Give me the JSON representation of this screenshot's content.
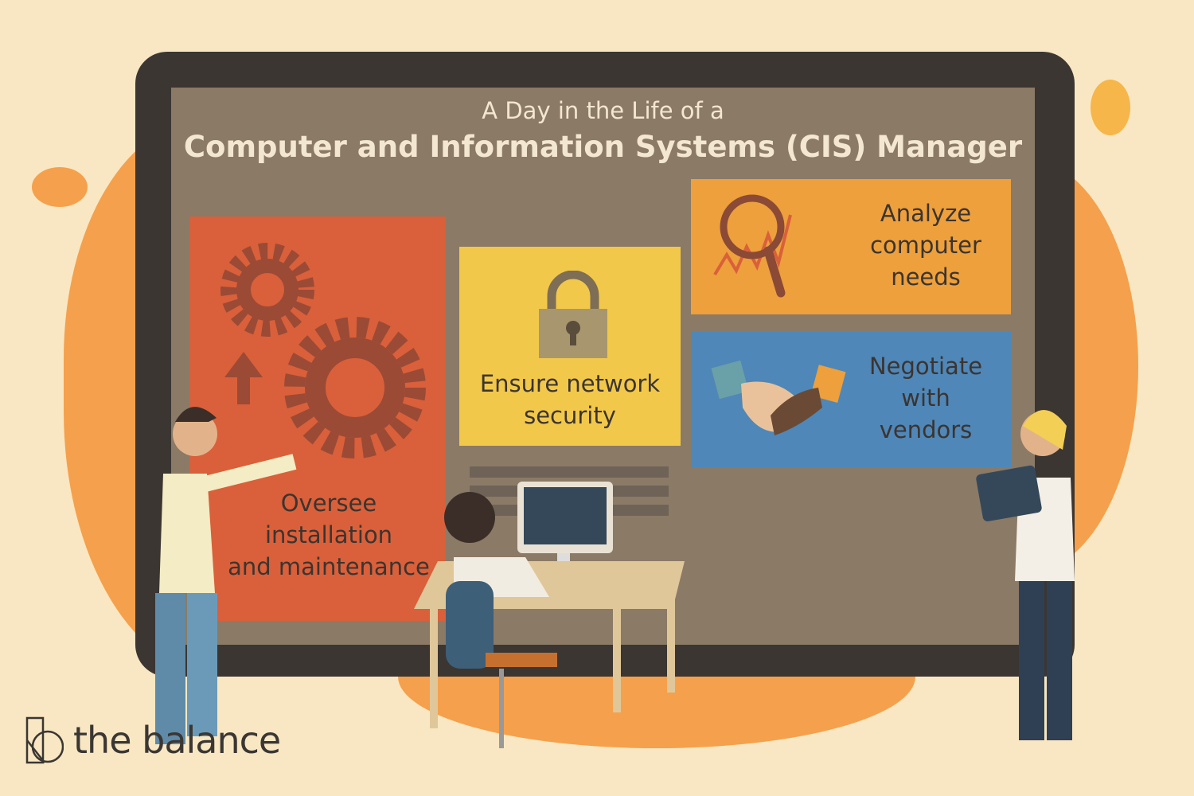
{
  "header": {
    "subtitle": "A Day in the Life of a",
    "title": "Computer and Information Systems (CIS) Manager"
  },
  "panels": [
    {
      "label": "Oversee installation and maintenance",
      "lines": [
        "Oversee",
        "installation",
        "and maintenance"
      ],
      "icon": "gears-icon",
      "color": "#d9603a"
    },
    {
      "label": "Ensure network security",
      "lines": [
        "Ensure network",
        "security"
      ],
      "icon": "padlock-icon",
      "color": "#f2c84b"
    },
    {
      "label": "Analyze computer needs",
      "lines": [
        "Analyze",
        "computer",
        "needs"
      ],
      "icon": "magnifier-chart-icon",
      "color": "#eda03c"
    },
    {
      "label": "Negotiate with vendors",
      "lines": [
        "Negotiate",
        "with",
        "vendors"
      ],
      "icon": "handshake-icon",
      "color": "#4f87b8"
    }
  ],
  "brand": {
    "name": "the balance"
  }
}
